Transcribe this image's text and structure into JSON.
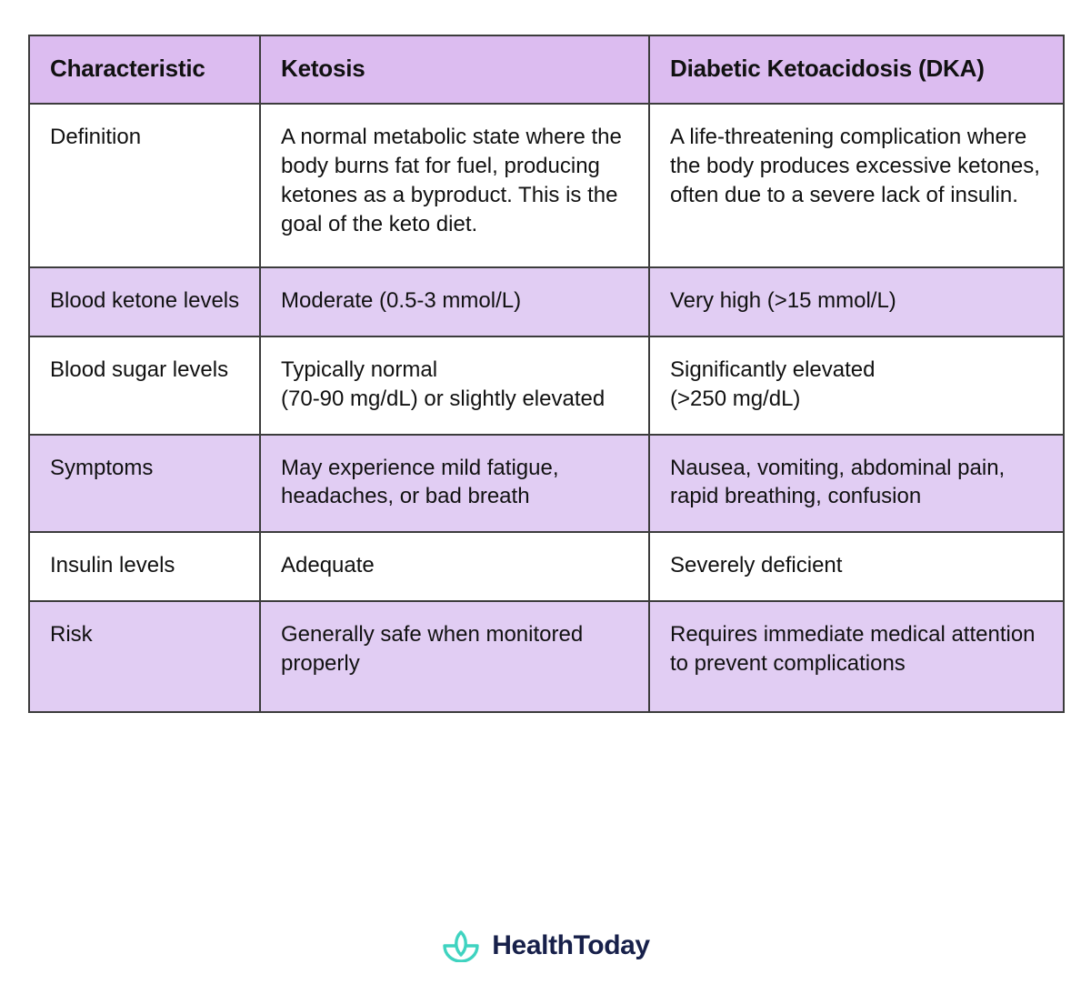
{
  "table": {
    "columns": [
      {
        "key": "characteristic",
        "label": "Characteristic"
      },
      {
        "key": "ketosis",
        "label": "Ketosis"
      },
      {
        "key": "dka",
        "label": "Diabetic Ketoacidosis (DKA)"
      }
    ],
    "rows": [
      {
        "shaded": false,
        "characteristic": "Definition",
        "ketosis": "A normal metabolic state where the body burns fat for fuel, producing ketones as a byproduct. This is the goal of the keto diet.",
        "dka": "A life-threatening complication where the body produces excessive ketones, often due to a severe lack of insulin."
      },
      {
        "shaded": true,
        "characteristic": "Blood ketone levels",
        "ketosis": "Moderate (0.5-3 mmol/L)",
        "dka": "Very high (>15 mmol/L)"
      },
      {
        "shaded": false,
        "characteristic": "Blood sugar levels",
        "ketosis_line1": "Typically normal",
        "ketosis_line2": "(70-90 mg/dL) or slightly elevated",
        "ketosis": "Typically normal (70-90 mg/dL) or slightly elevated",
        "dka_line1": "Significantly elevated",
        "dka_line2": "(>250 mg/dL)",
        "dka": "Significantly elevated (>250 mg/dL)"
      },
      {
        "shaded": true,
        "characteristic": "Symptoms",
        "ketosis": "May experience mild fatigue, headaches, or bad breath",
        "dka": "Nausea, vomiting, abdominal pain, rapid breathing, confusion"
      },
      {
        "shaded": false,
        "characteristic": "Insulin levels",
        "ketosis": "Adequate",
        "dka": "Severely deficient"
      },
      {
        "shaded": true,
        "characteristic": "Risk",
        "ketosis": "Generally safe when monitored properly",
        "dka": "Requires immediate medical attention to prevent complications"
      }
    ]
  },
  "brand": {
    "name": "HealthToday",
    "icon": "lotus-icon",
    "mark_color": "#3fd3c0",
    "text_color": "#17204a"
  },
  "colors": {
    "header_fill": "#dcbcf0",
    "row_shaded_fill": "#e1cdf3",
    "row_plain_fill": "#ffffff",
    "border": "#3c3c3c",
    "text": "#111111"
  }
}
